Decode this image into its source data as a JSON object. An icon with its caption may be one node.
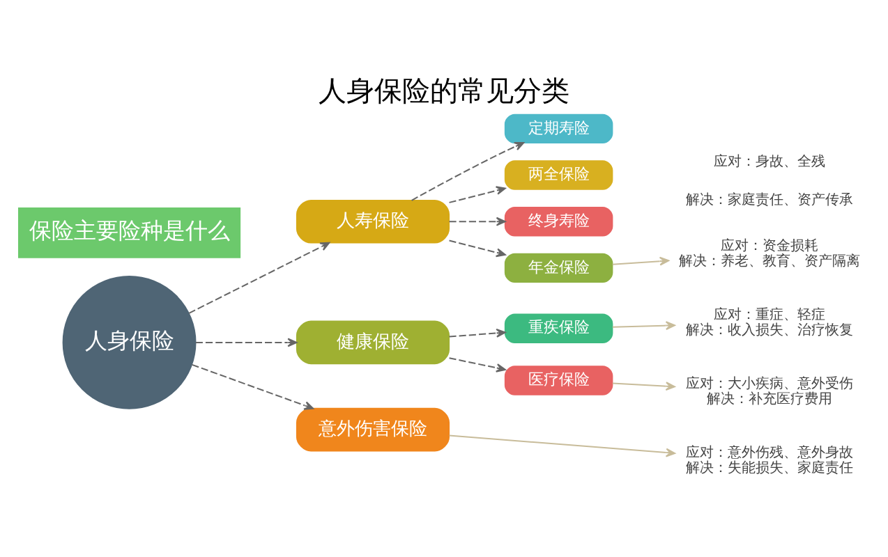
{
  "diagram": {
    "title": "人身保险的常见分类",
    "nodes": [
      {
        "text": [
          "人身保险"
        ]
      },
      {
        "text": [
          "人寿保险"
        ]
      },
      {
        "text": [
          "健康保险"
        ]
      },
      {
        "text": [
          "意外伤害保险"
        ]
      },
      {
        "text": [
          "定期寿险"
        ]
      },
      {
        "text": [
          "两全保险"
        ]
      },
      {
        "text": [
          "终身寿险"
        ]
      },
      {
        "text": [
          "年金保险"
        ]
      },
      {
        "text": [
          "重疾保险"
        ]
      },
      {
        "text": [
          "医疗保险"
        ]
      },
      {
        "text": [
          "应对：资金损耗",
          "解决：养老、教育、资产隔离"
        ]
      },
      {
        "text": [
          "应对：重症、轻症",
          "解决：收入损失、治疗恢复"
        ]
      },
      {
        "text": [
          "应对：大小疾病、意外受伤",
          "解决：补充医疗费用"
        ]
      },
      {
        "text": [
          "应对：意外伤残、意外身故",
          "解决：失能损失、家庭责任"
        ]
      }
    ],
    "edges": [
      {
        "from": 0,
        "to": 1,
        "arrow": "to",
        "style": "dashed"
      },
      {
        "from": 0,
        "to": 2,
        "arrow": "to",
        "style": "dashed"
      },
      {
        "from": 0,
        "to": 3,
        "arrow": "to",
        "style": "dashed"
      },
      {
        "from": 1,
        "to": 4,
        "arrow": "to",
        "style": "dashed"
      },
      {
        "from": 1,
        "to": 5,
        "arrow": "to",
        "style": "dashed"
      },
      {
        "from": 1,
        "to": 6,
        "arrow": "to",
        "style": "dashed"
      },
      {
        "from": 1,
        "to": 7,
        "arrow": "to",
        "style": "dashed"
      },
      {
        "from": 2,
        "to": 8,
        "arrow": "to",
        "style": "dashed"
      },
      {
        "from": 2,
        "to": 9,
        "arrow": "to",
        "style": "dashed"
      },
      {
        "from": 7,
        "to": 10,
        "arrow": "to",
        "color": "#c8bc9a"
      },
      {
        "from": 8,
        "to": 11,
        "arrow": "to",
        "color": "#c8bc9a"
      },
      {
        "from": 9,
        "to": 12,
        "arrow": "to",
        "color": "#c8bc9a"
      },
      {
        "from": 3,
        "to": 13,
        "arrow": "to",
        "color": "#c8bc9a"
      }
    ],
    "labels": [
      "应对：身故、全残",
      "解决：家庭责任、资产传承",
      "保险主要险种是什么"
    ]
  }
}
